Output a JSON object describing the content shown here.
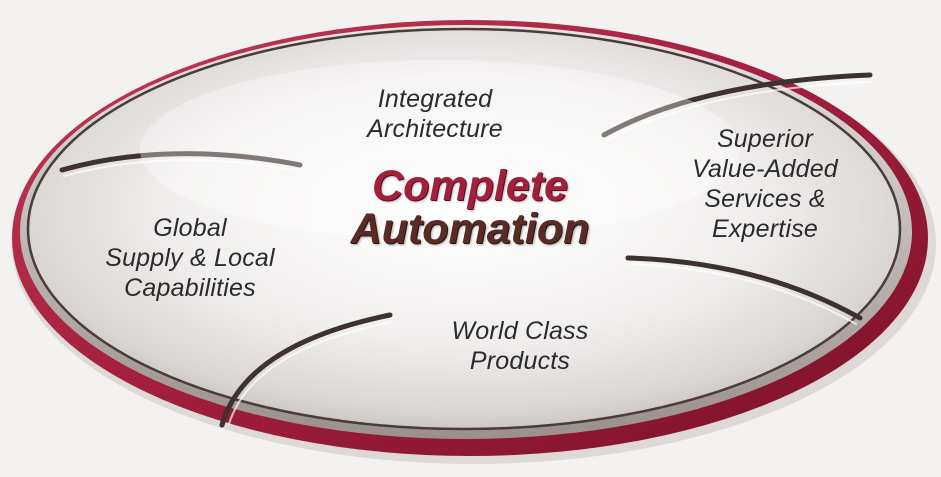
{
  "diagram": {
    "center": {
      "line1": "Complete",
      "line2": "Automation"
    },
    "segments": {
      "top": {
        "line1": "Integrated",
        "line2": "Architecture"
      },
      "right": {
        "line1": "Superior",
        "line2": "Value-Added",
        "line3": "Services &",
        "line4": "Expertise"
      },
      "left": {
        "line1": "Global",
        "line2": "Supply & Local",
        "line3": "Capabilities"
      },
      "bottom": {
        "line1": "World Class",
        "line2": "Products"
      }
    }
  }
}
